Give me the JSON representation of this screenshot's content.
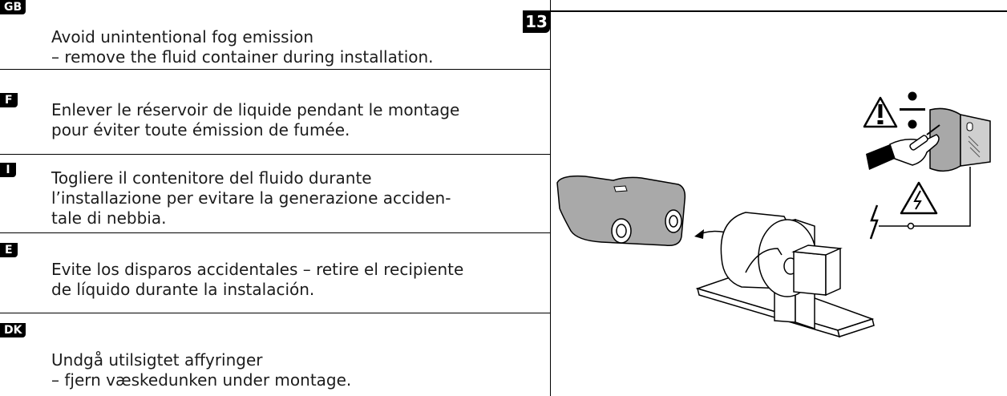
{
  "sections": [
    {
      "code": "GB",
      "text": "Avoid unintentional fog emission\n– remove the fluid container during installation."
    },
    {
      "code": "F",
      "text": "Enlever le réservoir de liquide pendant le montage\npour éviter toute émission de fumée."
    },
    {
      "code": "I",
      "text": "Togliere il contenitore del fluido durante\nl’installazione per evitare la generazione acciden-\ntale di nebbia."
    },
    {
      "code": "E",
      "text": "Evite los disparos accidentales – retire el recipiente\nde líquido durante la instalación."
    },
    {
      "code": "DK",
      "text": "Undgå utilsigtet affyringer\n– fjern væskedunken under montage."
    }
  ],
  "figure": {
    "number": "13",
    "icons": [
      "warning-exclamation-icon",
      "divide-icon",
      "electrical-hazard-icon",
      "lightning-bolt-icon"
    ]
  }
}
